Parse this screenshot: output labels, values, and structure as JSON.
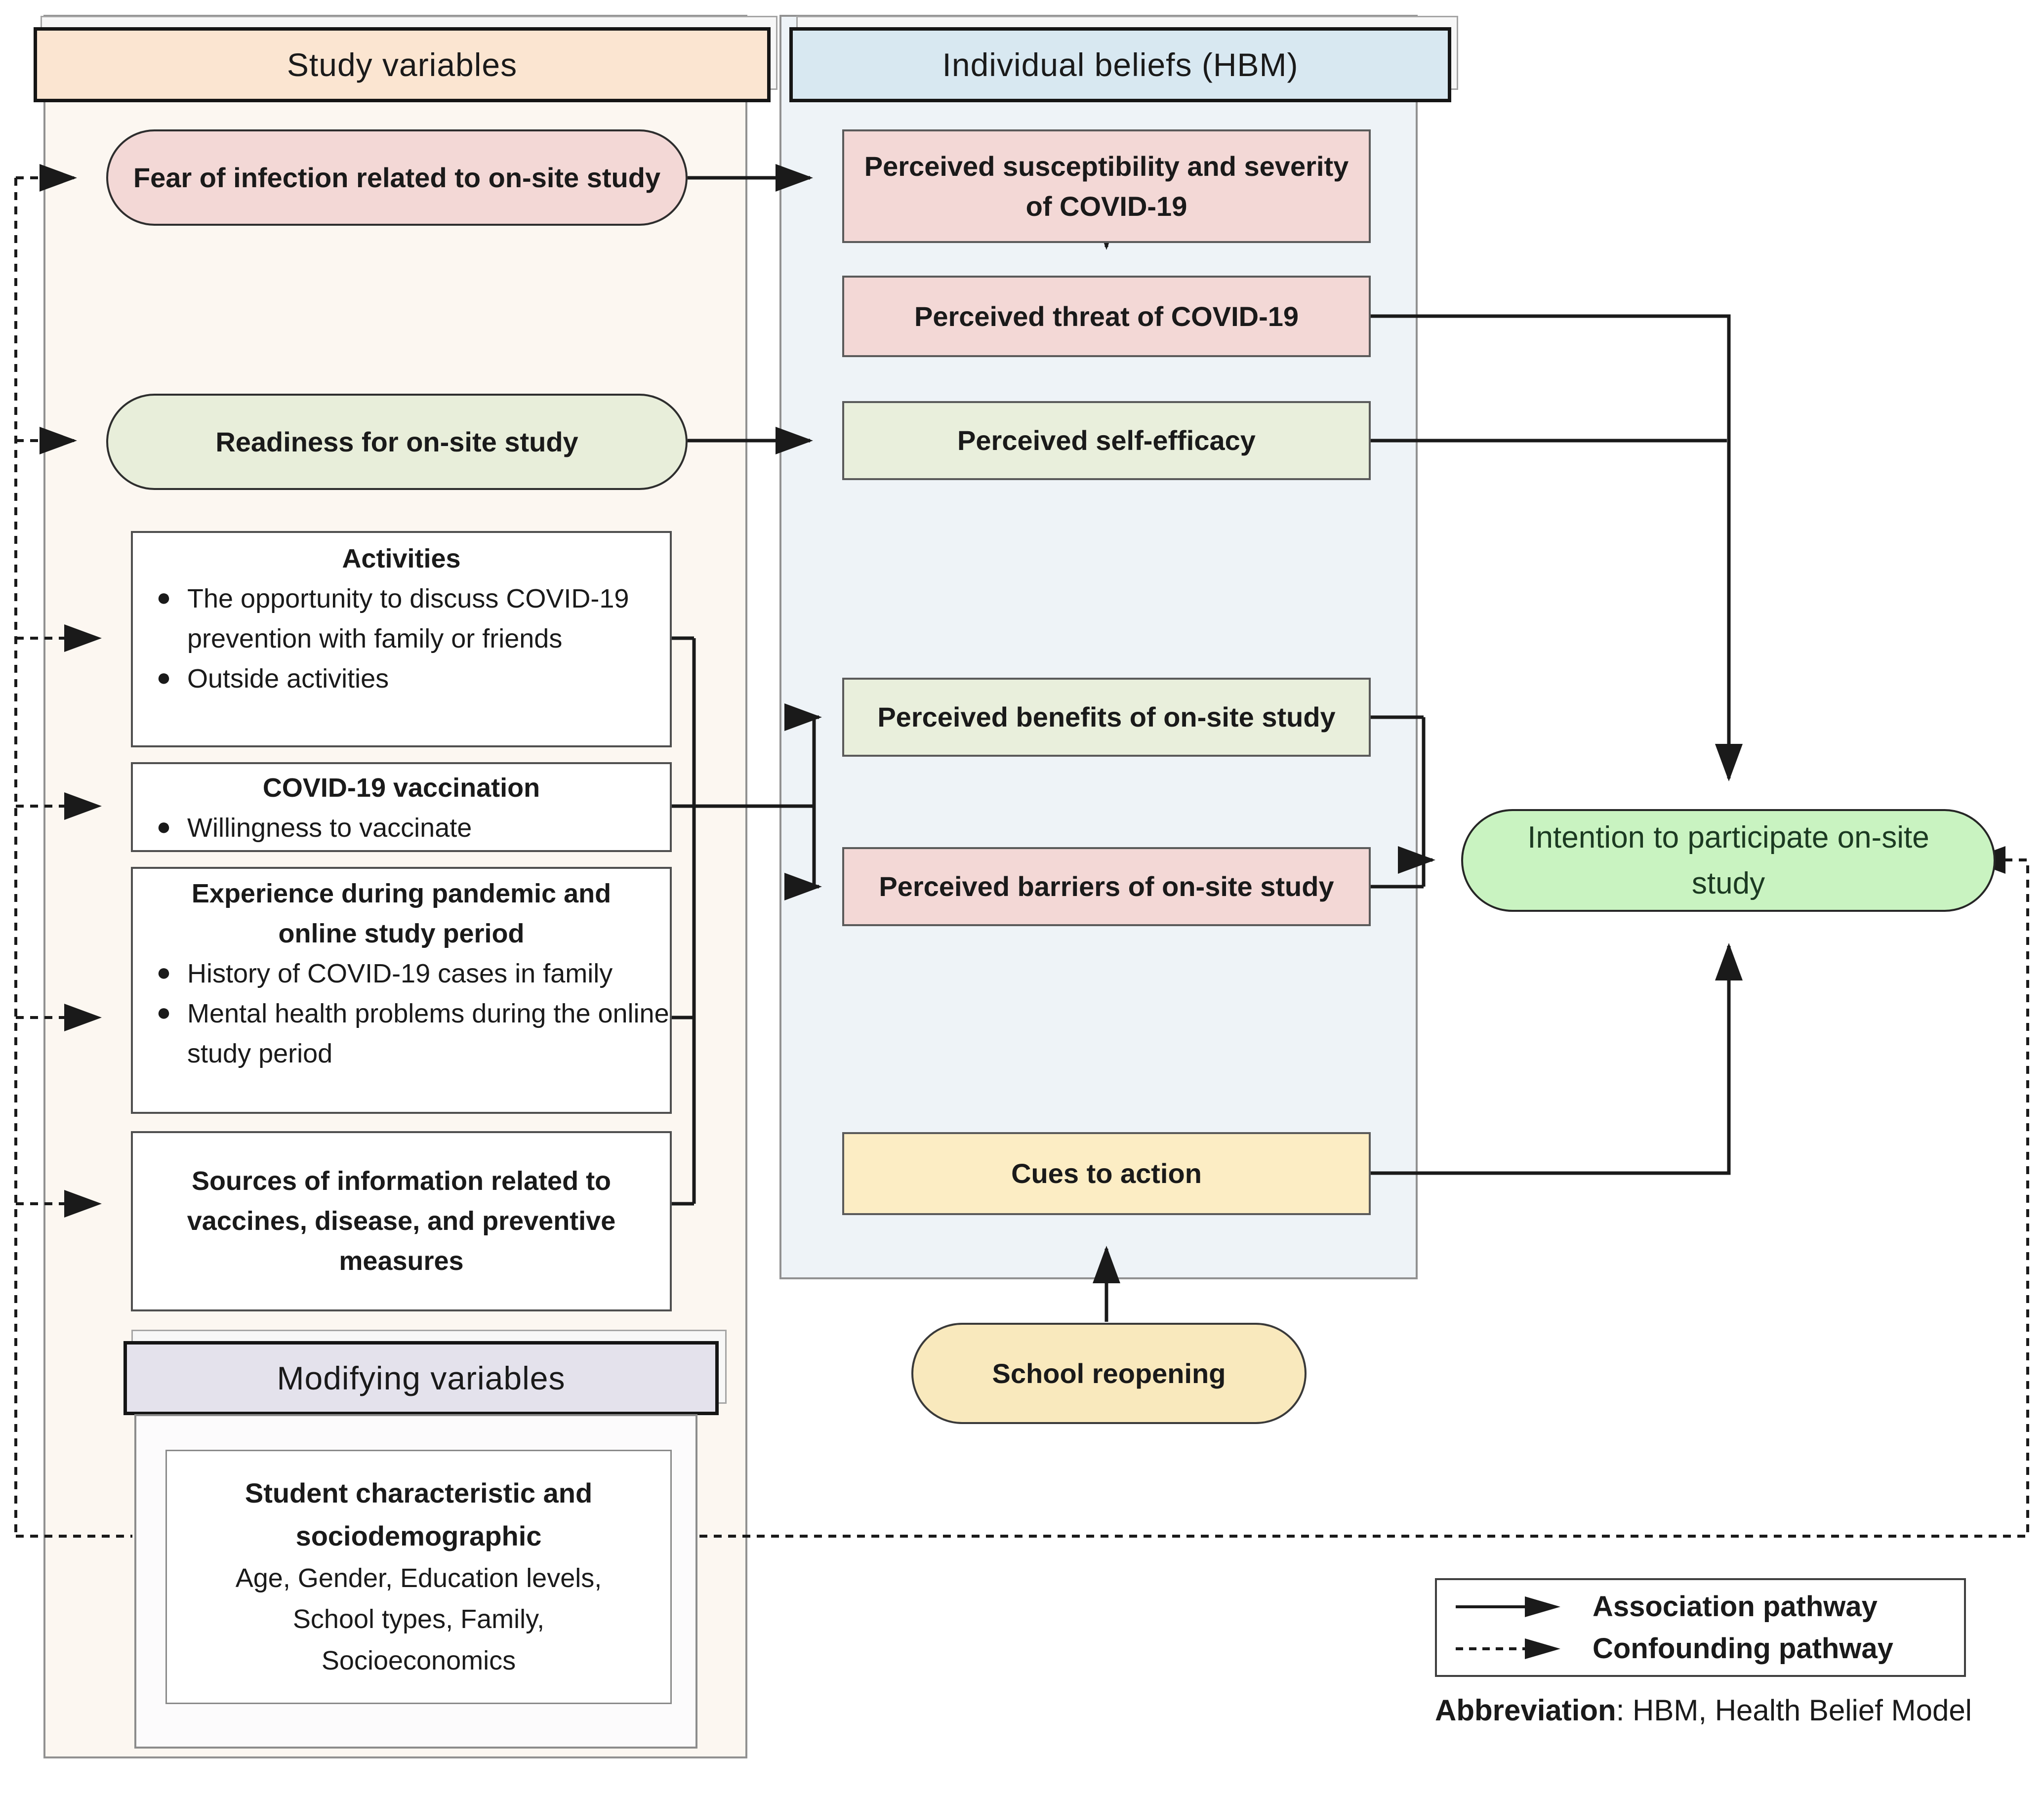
{
  "panels": {
    "study": {
      "title": "Study variables"
    },
    "beliefs": {
      "title": "Individual beliefs (HBM)"
    },
    "modifying": {
      "title": "Modifying variables"
    }
  },
  "study": {
    "fear": "Fear of infection related to on-site study",
    "readiness": "Readiness for on-site study",
    "activities": {
      "title": "Activities",
      "bullets": [
        "The opportunity to discuss COVID-19 prevention with family or friends",
        "Outside activities"
      ]
    },
    "vaccination": {
      "title": "COVID-19 vaccination",
      "bullets": [
        "Willingness to vaccinate"
      ]
    },
    "experience": {
      "title": "Experience during pandemic and online study period",
      "bullets": [
        "History of COVID-19 cases in family",
        "Mental health problems during the online study period"
      ]
    },
    "sources": {
      "title": "Sources of information related to vaccines, disease, and preventive measures"
    }
  },
  "modifying": {
    "student": {
      "title": "Student characteristic and sociodemographic",
      "details": "Age, Gender, Education levels, School types, Family, Socioeconomics"
    }
  },
  "beliefs": {
    "susceptibility": "Perceived susceptibility and severity of COVID-19",
    "threat": "Perceived threat of COVID-19",
    "self_efficacy": "Perceived self-efficacy",
    "benefits": "Perceived benefits of on-site study",
    "barriers": "Perceived barriers of on-site study",
    "cues": "Cues to action",
    "school": "School reopening"
  },
  "outcome": {
    "intention": "Intention to participate on-site study"
  },
  "legend": {
    "association": "Association pathway",
    "confounding": "Confounding pathway"
  },
  "abbreviation": {
    "label": "Abbreviation",
    "rest": ": HBM, Health Belief Model"
  },
  "colors": {
    "study_header": "#fbe5d1",
    "beliefs_header": "#d8e8f1",
    "modifying_header": "#e4e2ec",
    "pink_box": "#f3d8d6",
    "green_box": "#e9efdc",
    "yellow_box": "#fcedc4",
    "school_pill": "#f9e9bd",
    "intention_pill": "#c9f3c1",
    "line": "#1a1a1a"
  }
}
